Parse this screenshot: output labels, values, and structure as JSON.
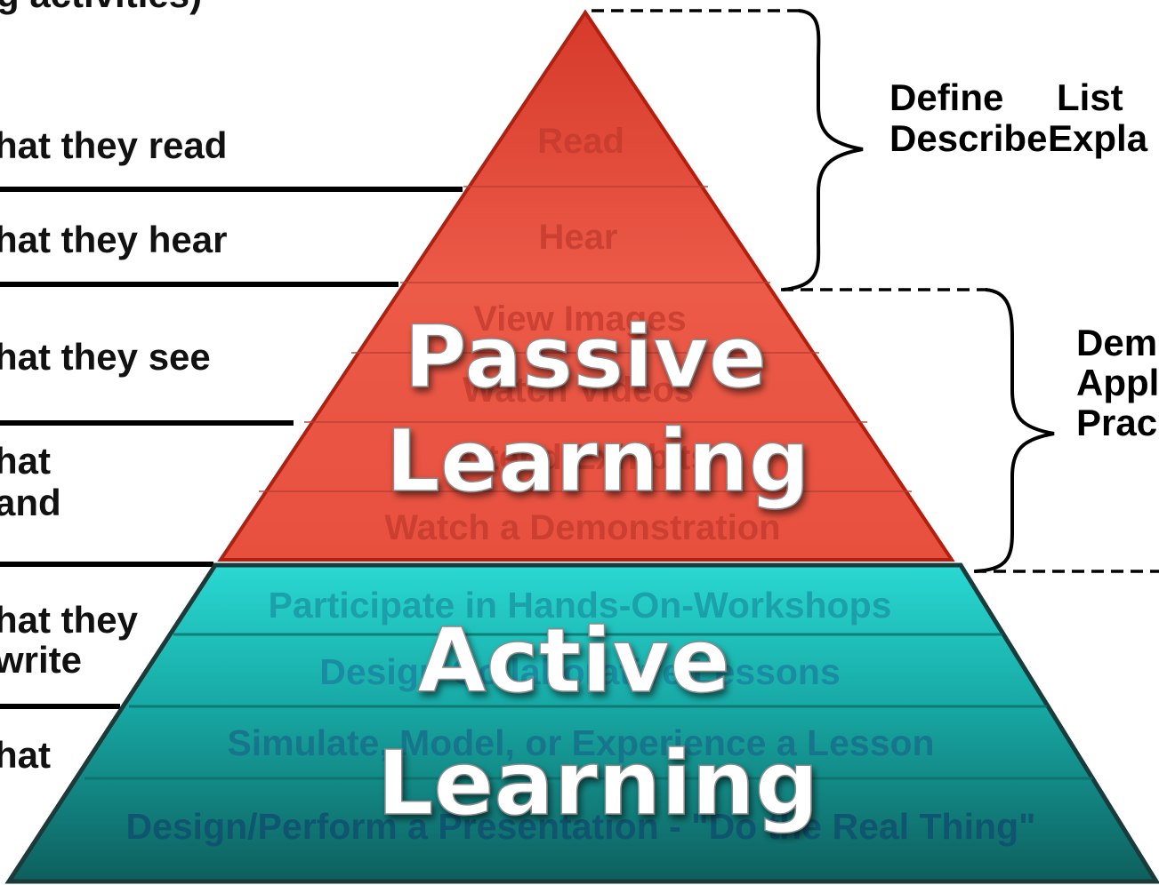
{
  "title_fragment": "g activities)",
  "left_labels": {
    "read": "hat they read",
    "hear": "hat they hear",
    "see": "hat they see",
    "understand_1": "hat",
    "understand_2": "and",
    "write_1": "hat they",
    "write_2": "write",
    "do_1": "hat"
  },
  "right_groups": {
    "top_line1_a": "Define",
    "top_line1_b": "List",
    "top_line2_a": "Describe",
    "top_line2_b": "Expla",
    "mid_line1": "Dem",
    "mid_line2": "Appl",
    "mid_line3": "Prac"
  },
  "passive_layers": [
    "Read",
    "Hear",
    "View Images",
    "Watch Videos",
    "Attend Exhibits",
    "Watch a Demonstration"
  ],
  "active_layers": [
    "Participate in Hands-On-Workshops",
    "Design Collaborative Lessons",
    "Simulate, Model, or Experience a Lesson",
    "Design/Perform a Presentation - \"Do the Real Thing\""
  ],
  "passive_title": [
    "Passive",
    "Learning"
  ],
  "active_title": [
    "Active",
    "Learning"
  ],
  "colors": {
    "passive_fill": "#e8503e",
    "passive_text": "#c23a2c",
    "active_fill": "#1fbcb8",
    "active_text": "#1a8f9a",
    "outline": "#1b3b3b"
  }
}
